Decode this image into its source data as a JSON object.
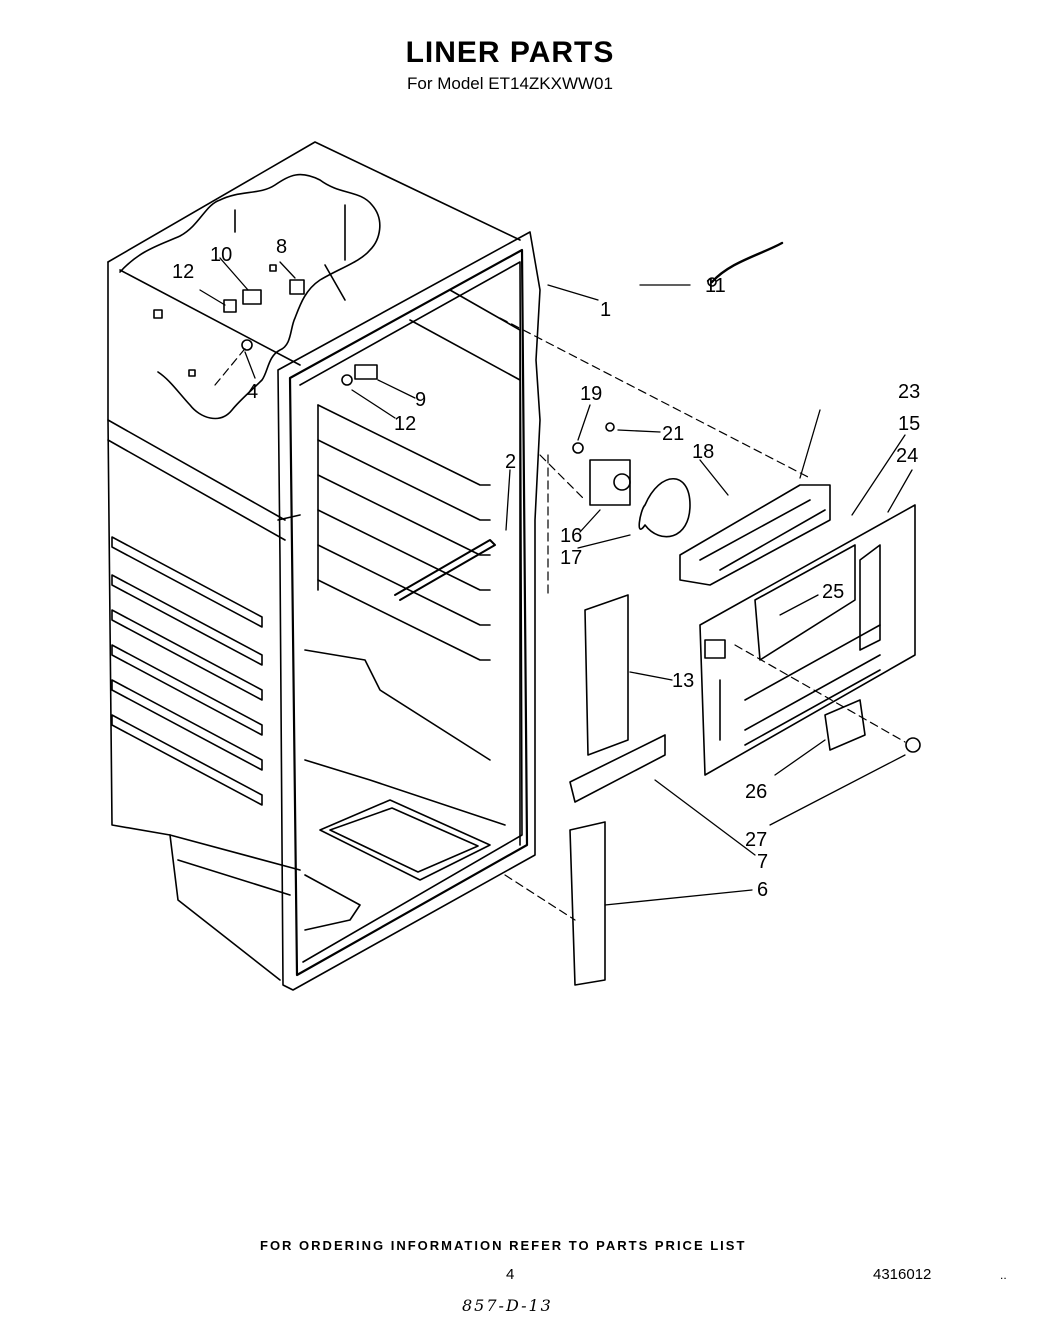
{
  "header": {
    "title": "LINER PARTS",
    "model_line": "For Model ET14ZKXWW01"
  },
  "callouts": [
    "1",
    "2",
    "4",
    "6",
    "7",
    "8",
    "9",
    "10",
    "11",
    "12",
    "12",
    "13",
    "15",
    "16",
    "17",
    "18",
    "19",
    "21",
    "23",
    "24",
    "25",
    "26",
    "27"
  ],
  "footer": {
    "ordering_note": "FOR ORDERING INFORMATION REFER TO PARTS PRICE LIST",
    "page_number": "4",
    "document_number": "4316012",
    "handwritten_note": "857-D-13",
    "corner_mark": ".."
  }
}
